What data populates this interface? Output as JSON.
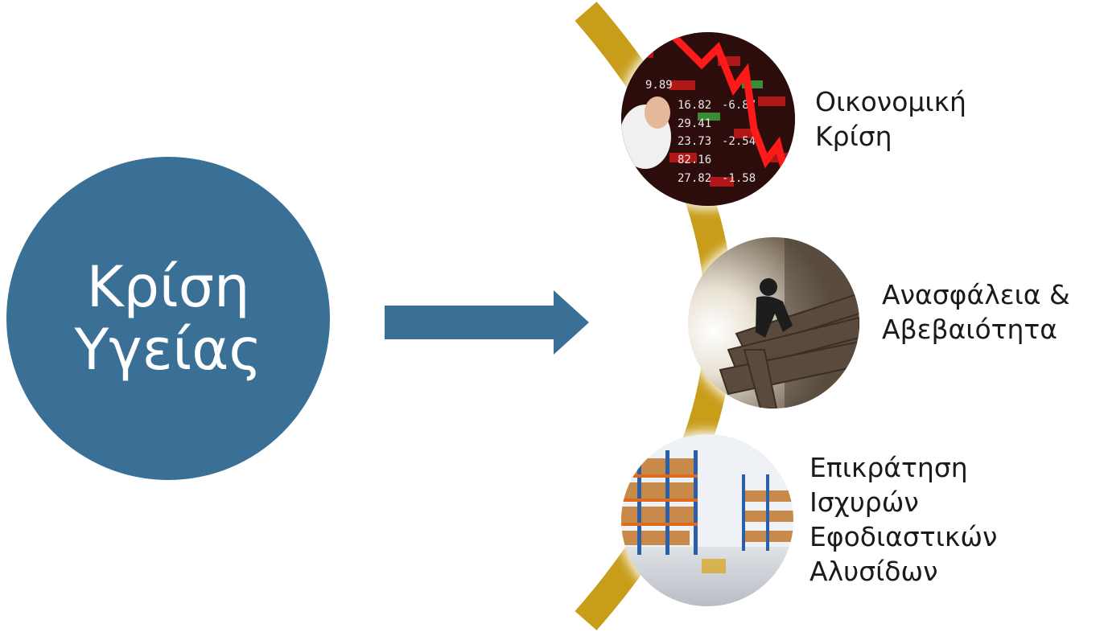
{
  "main_topic": {
    "line1": "Κρίση",
    "line2": "Υγείας"
  },
  "items": [
    {
      "line1": "Οικονομική",
      "line2": "Κρίση",
      "icon": "stock-market-crash-photo"
    },
    {
      "line1": "Ανασφάλεια &",
      "line2": "Αβεβαιότητα",
      "icon": "distressed-person-photo"
    },
    {
      "line1": "Επικράτηση",
      "line2": "Ισχυρών",
      "line3": "Εφοδιαστικών",
      "line4": "Αλυσίδων",
      "icon": "warehouse-photo"
    }
  ],
  "colors": {
    "primary": "#3b7096",
    "arc": "#c89d1a",
    "text": "#1a1a1a"
  }
}
